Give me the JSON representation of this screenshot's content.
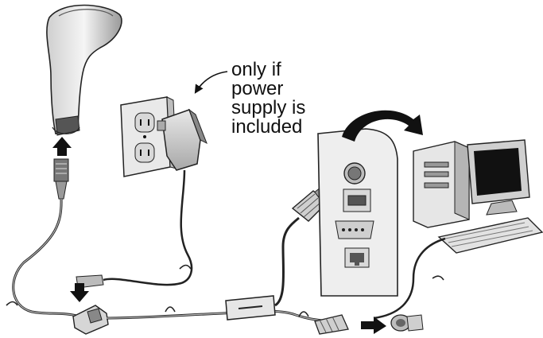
{
  "callout": {
    "lines": [
      "only if",
      "power",
      "supply is",
      "included"
    ]
  }
}
